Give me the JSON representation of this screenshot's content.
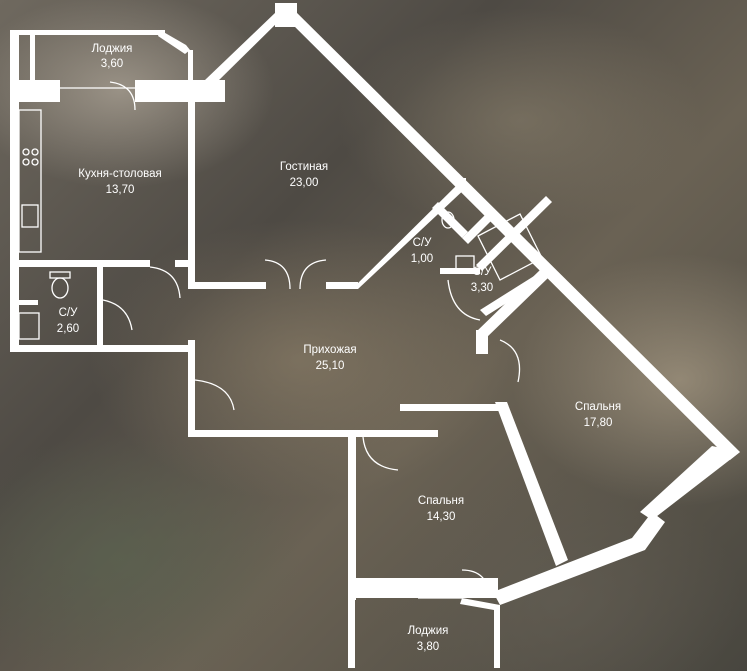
{
  "rooms": [
    {
      "id": "loggia-top",
      "name": "Лоджия",
      "area": "3,60"
    },
    {
      "id": "kitchen",
      "name": "Кухня-столовая",
      "area": "13,70"
    },
    {
      "id": "living",
      "name": "Гостиная",
      "area": "23,00"
    },
    {
      "id": "wc-small",
      "name": "С/У",
      "area": "1,00"
    },
    {
      "id": "bath",
      "name": "С/У",
      "area": "3,30"
    },
    {
      "id": "wc-left",
      "name": "С/У",
      "area": "2,60"
    },
    {
      "id": "hall",
      "name": "Прихожая",
      "area": "25,10"
    },
    {
      "id": "bedroom-right",
      "name": "Спальня",
      "area": "17,80"
    },
    {
      "id": "bedroom-bottom",
      "name": "Спальня",
      "area": "14,30"
    },
    {
      "id": "loggia-bottom",
      "name": "Лоджия",
      "area": "3,80"
    }
  ],
  "colors": {
    "wall": "#ffffff",
    "label": "#ffffff"
  }
}
